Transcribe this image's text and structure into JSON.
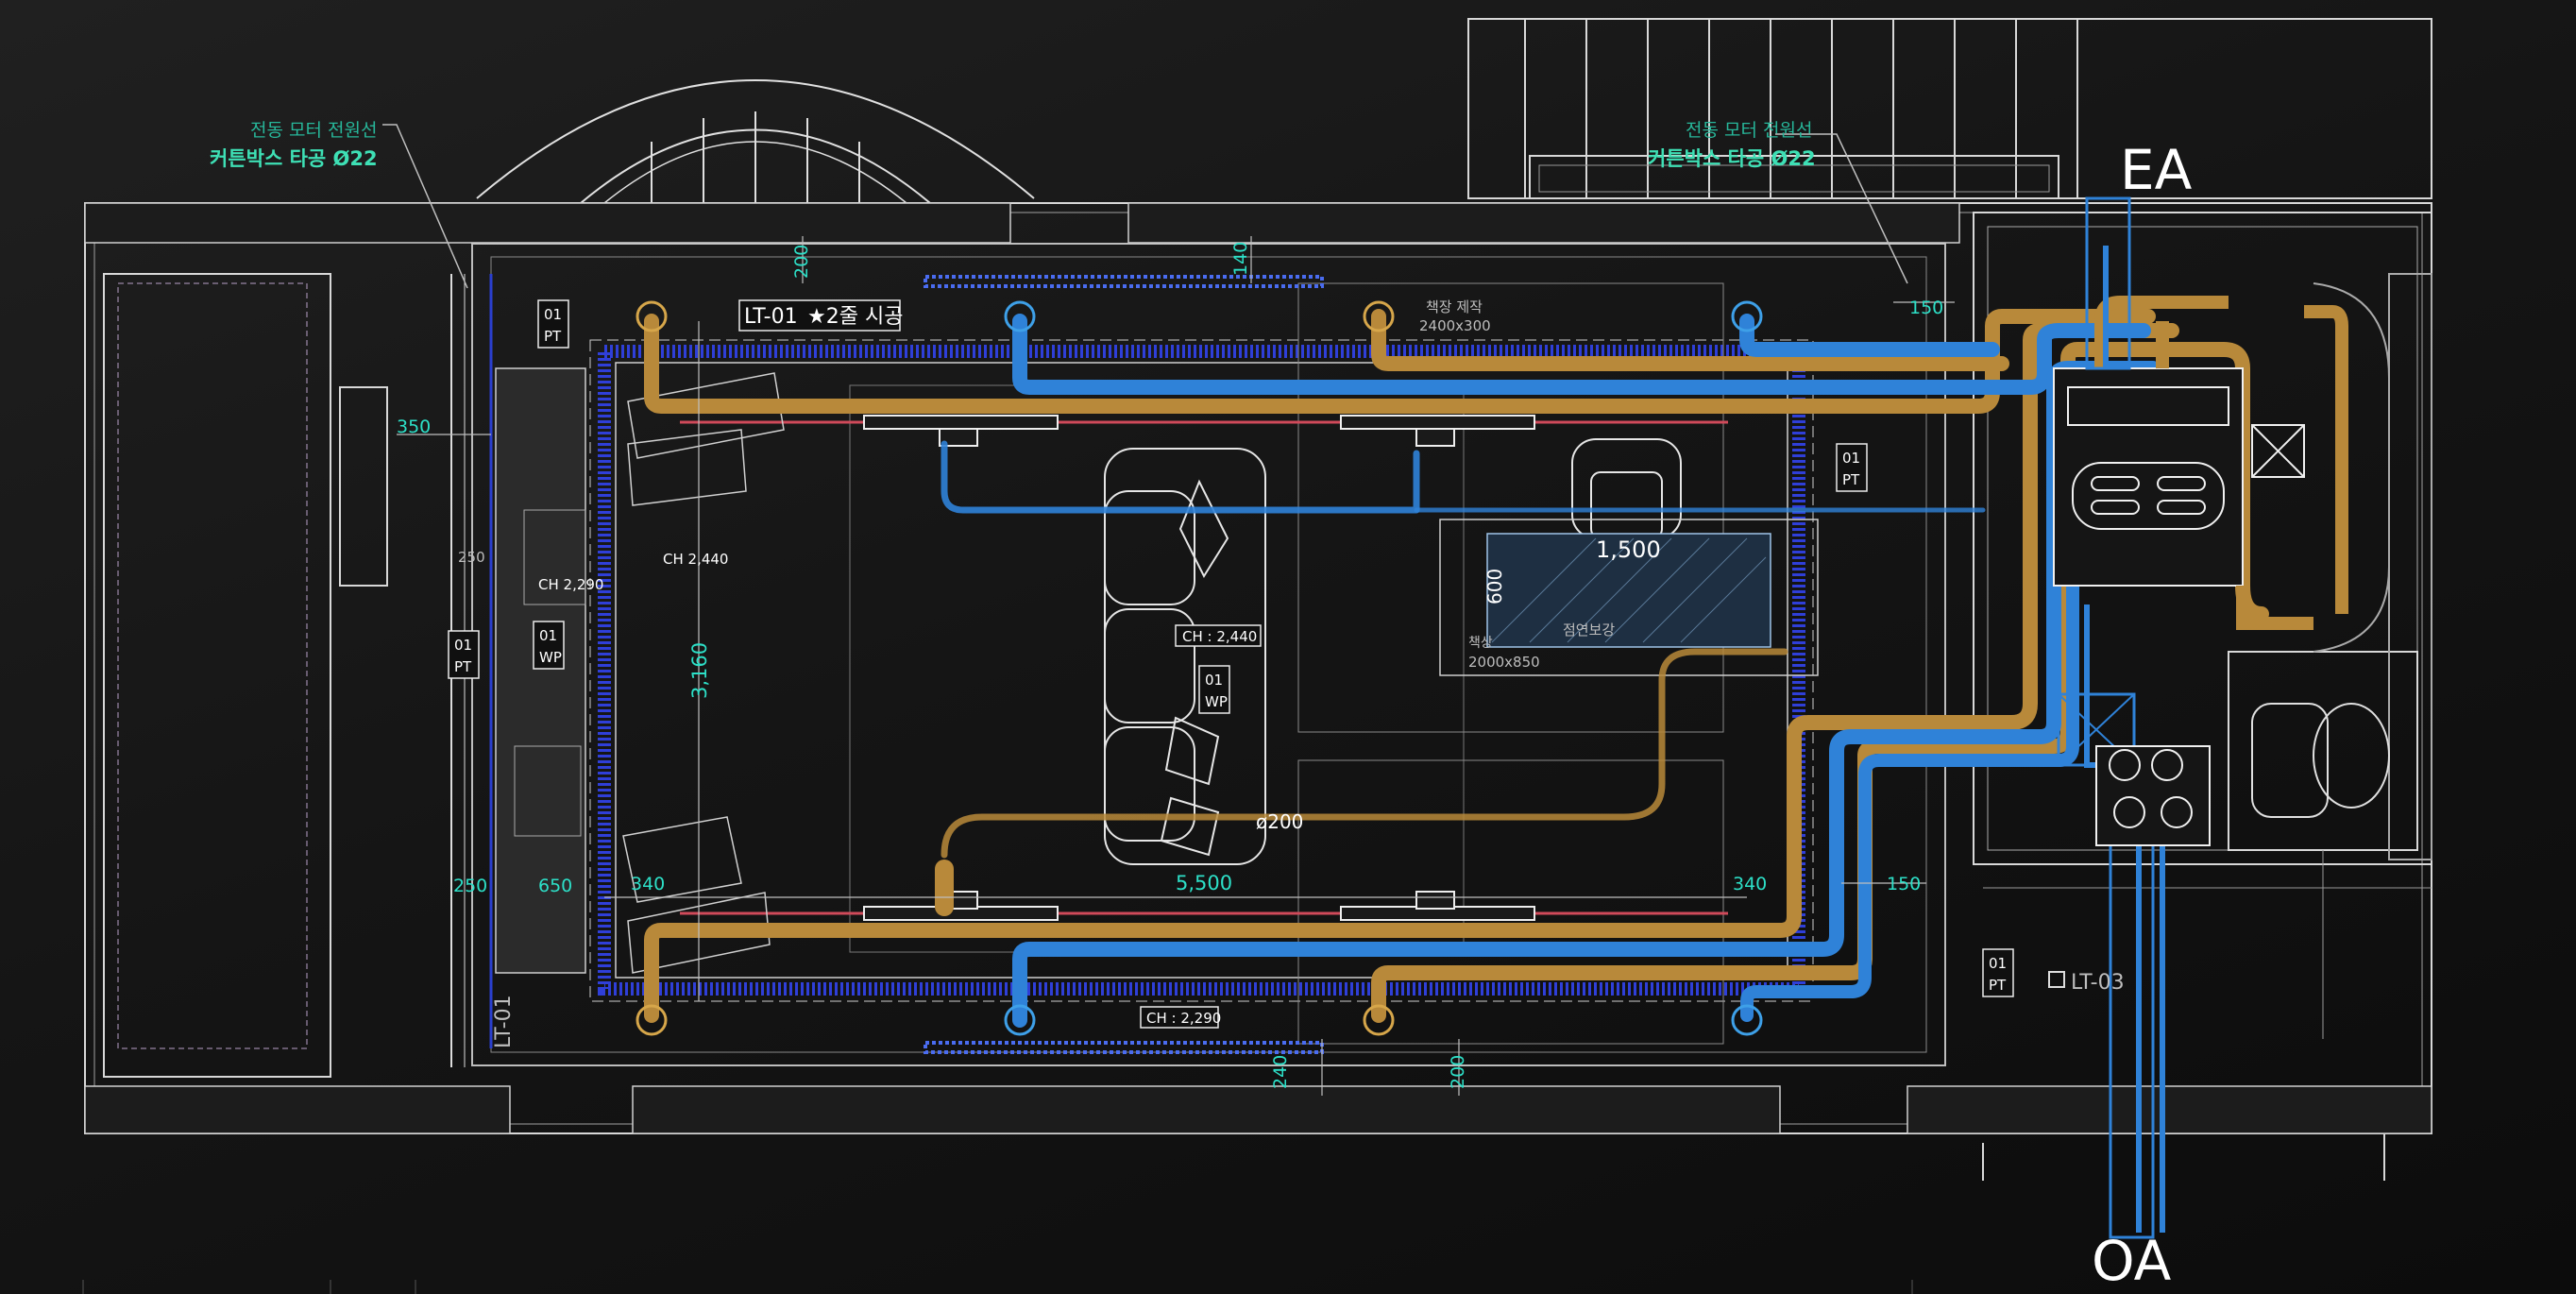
{
  "labels": {
    "ea": "EA",
    "oa": "OA"
  },
  "callouts": {
    "left": {
      "line1": "전동 모터 전원선",
      "line2": "커튼박스 타공 Ø22"
    },
    "right": {
      "line1": "전동 모터 전원선",
      "line2": "커튼박스 타공 Ø22"
    }
  },
  "room": {
    "light_label": "LT-01",
    "light_note": "★2줄 시공",
    "light_side_label": "LT-01",
    "light_right_label": "LT-03",
    "ceiling_heights": [
      "CH 2,440",
      "CH 2,290",
      "CH : 2,440",
      "CH : 2,290"
    ],
    "duct_size": "ø200",
    "table_label": "1,500",
    "table_depth": "600",
    "table_note": "책장 제작",
    "table_note_size": "2400x300",
    "desk_note": "책상",
    "desk_size": "2000x850",
    "desk_finish": "점연보강",
    "tags": {
      "pt_a": [
        "01",
        "PT"
      ],
      "pt_b": [
        "01",
        "PT"
      ],
      "pt_c": [
        "01",
        "PT"
      ],
      "pt_d": [
        "01",
        "PT"
      ],
      "wp_a": [
        "01",
        "WP"
      ],
      "wp_b": [
        "01",
        "WP"
      ]
    }
  },
  "dimensions": {
    "d200_top": "200",
    "d140_top": "140",
    "d150_top": "150",
    "d350": "350",
    "d250_top": "250",
    "d3160": "3,160",
    "d250_bot": "250",
    "d650": "650",
    "d340_left": "340",
    "d5500": "5,500",
    "d340_right": "340",
    "d150_right": "150",
    "d240_bot": "240",
    "d200_bot": "200"
  },
  "colors": {
    "supply_duct": "#2f82d8",
    "exhaust_duct": "#b8893a",
    "annotation": "#2de0c8",
    "linework": "#cfcfcf"
  }
}
